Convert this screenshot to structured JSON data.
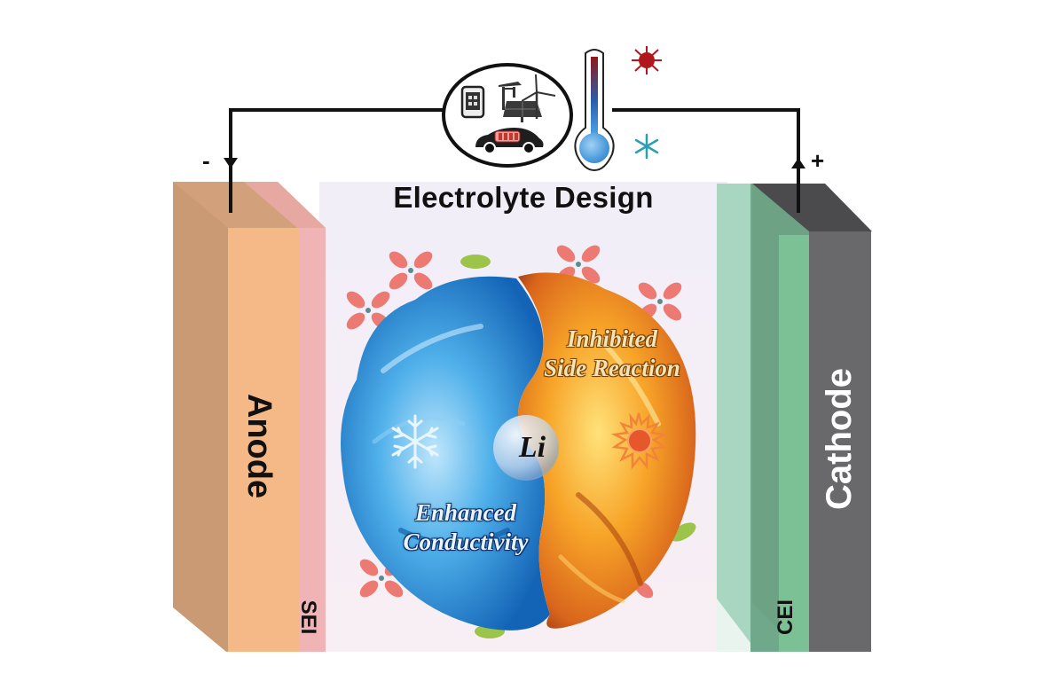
{
  "diagram": {
    "title": "Electrolyte Design",
    "terminals": {
      "negative": "-",
      "positive": "+"
    },
    "electrodes": {
      "anode": {
        "label": "Anode",
        "color": "#f2b27f",
        "side_color": "#c99a74"
      },
      "sei": {
        "label": "SEI",
        "color": "#f0b2b6"
      },
      "cei": {
        "label": "CEI",
        "color": "#7fc49a"
      },
      "cathode": {
        "label": "Cathode",
        "color": "#6b6a6d",
        "top_color": "#4a494b"
      }
    },
    "center": {
      "ion": "Li",
      "cold_side": {
        "label_line1": "Enhanced",
        "label_line2": "Conductivity",
        "icon": "snowflake-icon",
        "color": "#2d8fe0"
      },
      "hot_side": {
        "label_line1": "Inhibited",
        "label_line2": "Side Reaction",
        "icon": "sun-icon",
        "color": "#f09a20"
      }
    },
    "circuit_icons": [
      "phone-icon",
      "power-station-icon",
      "wind-turbine-icon",
      "solar-panel-icon",
      "electric-car-icon"
    ],
    "temperature": {
      "icon": "thermometer-icon",
      "hot_icon": "sun-icon",
      "cold_icon": "snowflake-icon",
      "hot_color": "#b0161b",
      "cold_color": "#3f9be0"
    },
    "decorations": {
      "flower_color": "#ec7a72",
      "dot_color": "#9cc34a"
    }
  }
}
